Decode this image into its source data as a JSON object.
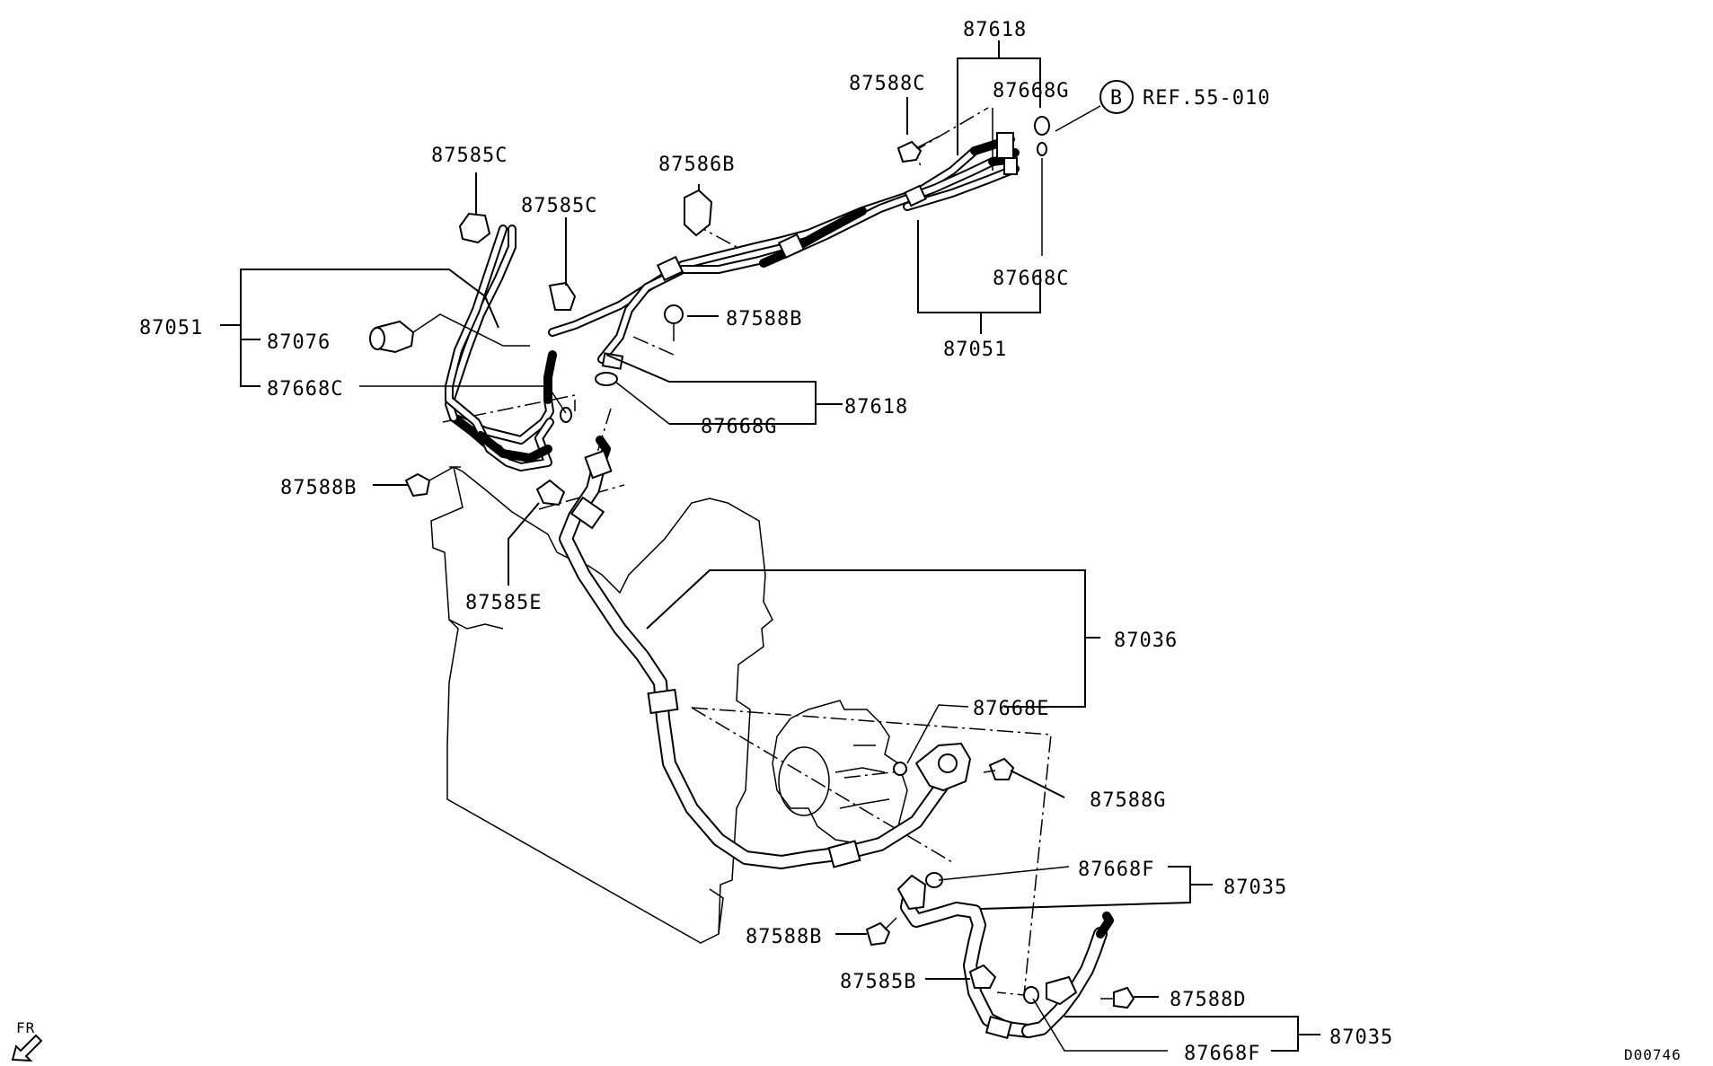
{
  "diagram_id": "D00746",
  "ref_marker": {
    "letter": "B",
    "text": "REF.55-010"
  },
  "fr_label": "FR",
  "labels": {
    "p87618_top": "87618",
    "p87588C": "87588C",
    "p87668G_top": "87668G",
    "p87585C_a": "87585C",
    "p87586B": "87586B",
    "p87585C_b": "87585C",
    "p87668C_right": "87668C",
    "p87051_right": "87051",
    "p87051_left": "87051",
    "p87076": "87076",
    "p87588B_mid": "87588B",
    "p87668C_left": "87668C",
    "p87618_mid": "87618",
    "p87668G_mid": "87668G",
    "p87588B_left": "87588B",
    "p87585E": "87585E",
    "p87036": "87036",
    "p87668E": "87668E",
    "p87588G": "87588G",
    "p87668F_a": "87668F",
    "p87035_a": "87035",
    "p87588B_low": "87588B",
    "p87585B": "87585B",
    "p87588D": "87588D",
    "p87035_b": "87035",
    "p87668F_b": "87668F"
  }
}
